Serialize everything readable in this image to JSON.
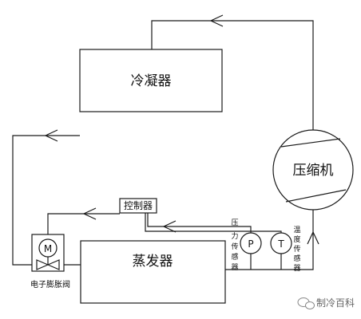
{
  "components": {
    "condenser": "冷凝器",
    "compressor": "压缩机",
    "evaporator": "蒸发器",
    "controller": "控制器",
    "expansion_valve_label": "电子膨胀阀",
    "valve_motor_symbol": "M",
    "pressure_symbol": "P",
    "temperature_symbol": "T",
    "pressure_sensor_chars": [
      "压",
      "力",
      "传",
      "感",
      "器"
    ],
    "temperature_sensor_chars": [
      "温",
      "度",
      "传",
      "感",
      "器"
    ]
  },
  "watermark": {
    "text": "制冷百科",
    "icon": "wechat-icon"
  }
}
